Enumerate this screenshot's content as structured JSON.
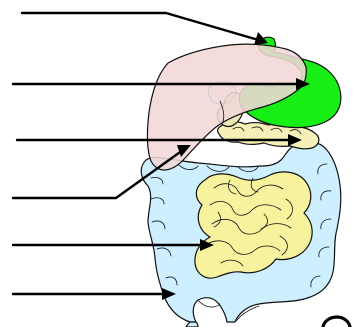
{
  "diagram": {
    "organs": [
      {
        "name": "stomach",
        "color": "#17ef17"
      },
      {
        "name": "liver",
        "color": "#f2d7d7"
      },
      {
        "name": "pancreas",
        "color": "#f6f0b8"
      },
      {
        "name": "small-intestine",
        "color": "#f7f29d"
      },
      {
        "name": "large-intestine",
        "color": "#cdefff"
      },
      {
        "name": "gallbladder",
        "color": "#e8ebb8"
      }
    ],
    "pointer_color": "#000000"
  }
}
